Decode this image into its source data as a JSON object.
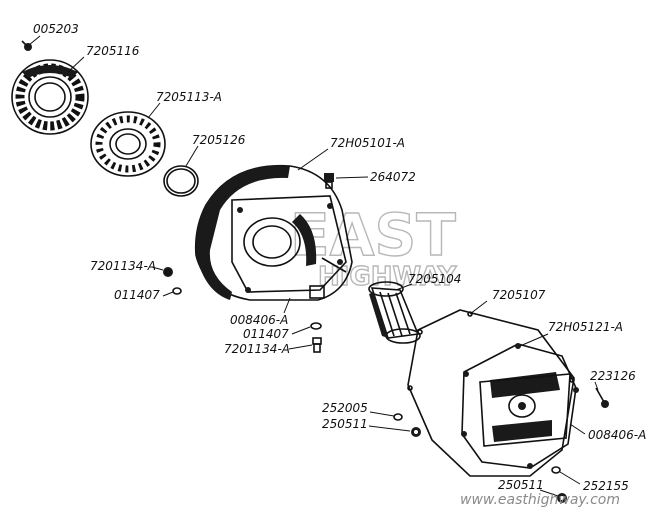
{
  "parts": {
    "p005203": "005203",
    "p7205116": "7205116",
    "p7205113a": "7205113-A",
    "p7205126": "7205126",
    "p72h05101a": "72H05101-A",
    "p264072": "264072",
    "p7201134a_left": "7201134-A",
    "p011407_left": "011407",
    "p008406a_left": "008406-A",
    "p011407_mid": "011407",
    "p7201134a_mid": "7201134-A",
    "p7205104": "7205104",
    "p7205107": "7205107",
    "p72h05121a": "72H05121-A",
    "p223126": "223126",
    "p252005": "252005",
    "p250511_left": "250511",
    "p008406a_right": "008406-A",
    "p250511_bottom": "250511",
    "p252155": "252155"
  },
  "watermark": {
    "line1": "EAST",
    "line2": "HIGHWAY",
    "url": "www.easthighway.com"
  }
}
